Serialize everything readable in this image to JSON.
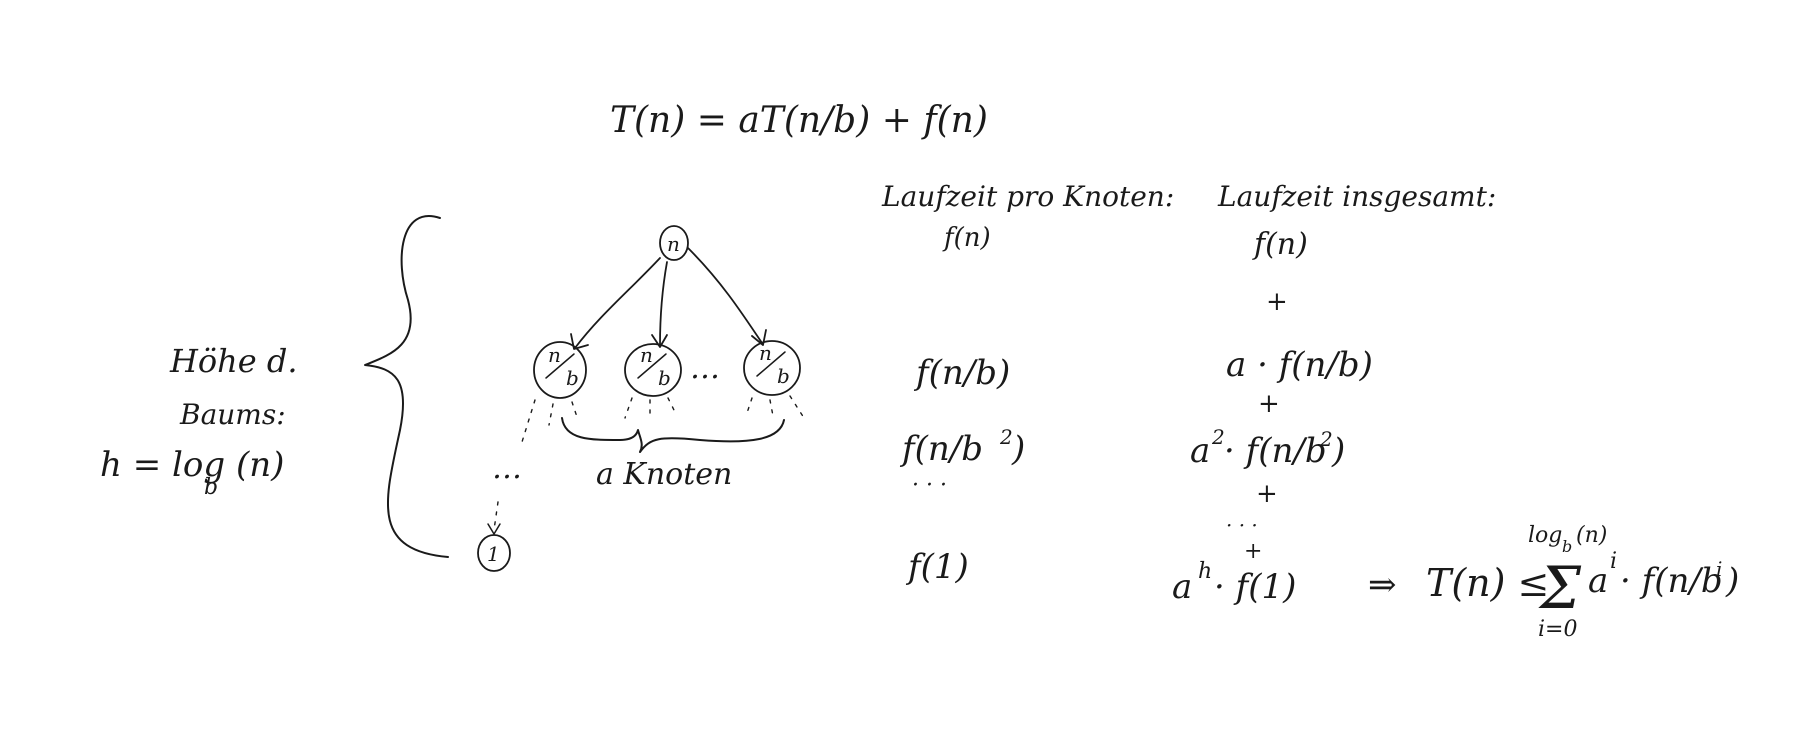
{
  "recurrence": "T(n) = aT(n/b) + f(n)",
  "height": {
    "line1": "Höhe d.",
    "line2": "Baums:",
    "formula_main": "h = log",
    "formula_sub": "b",
    "formula_tail": "(n)"
  },
  "tree": {
    "root_label": "n",
    "child_num": "n",
    "child_den": "b",
    "ellipsis": "…",
    "vertical_ellipsis": "…",
    "leaf_label": "1",
    "children_caption": "a Knoten"
  },
  "per_node": {
    "header": "Laufzeit pro Knoten:",
    "row0": "f(n)",
    "row1": "f(n/b)",
    "row2_main": "f(n/b",
    "row2_exp": "2",
    "row2_close": ")",
    "dots": "· · ·",
    "row_last": "f(1)"
  },
  "total": {
    "header": "Laufzeit insgesamt:",
    "row0": "f(n)",
    "plus": "+",
    "row1": "a · f(n/b)",
    "row2_a": "a",
    "row2_a_exp": "2",
    "row2_f": "· f(n/b",
    "row2_exp": "2",
    "row2_close": ")",
    "dots": "· · ·",
    "last_a": "a",
    "last_a_exp": "h",
    "last_f": "· f(1)"
  },
  "result": {
    "implies": "⇒",
    "lhs": "T(n) ≤",
    "sum_symbol": "Σ",
    "upper_main": "log",
    "upper_sub": "b",
    "upper_tail": "(n)",
    "lower": "i=0",
    "term_a": "a",
    "term_a_exp": "i",
    "term_f": "· f(n/b",
    "term_exp": "i",
    "term_close": ")"
  }
}
